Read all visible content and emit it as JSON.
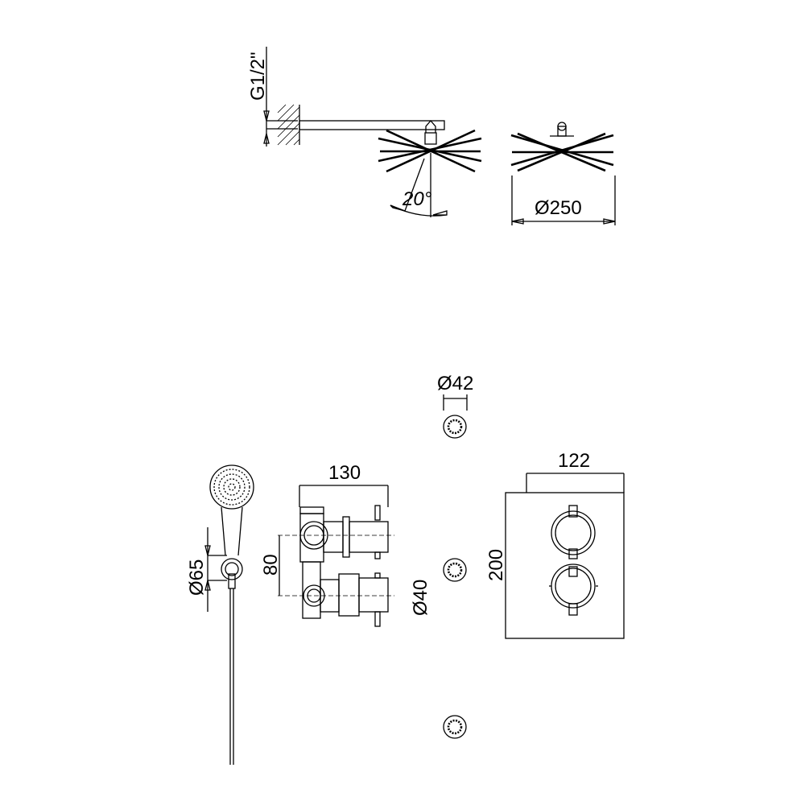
{
  "labels": {
    "thread": "G1/2\"",
    "tilt_angle": "20°",
    "head_diameter": "Ø250",
    "nozzle_diameter": "Ø42",
    "valve_width": "130",
    "plate_width": "122",
    "handshower_diameter": "Ø65",
    "valve_spacing": "80",
    "cartridge_diameter": "Ø40",
    "plate_height": "200"
  },
  "colors": {
    "line": "#000000",
    "background": "#ffffff"
  }
}
